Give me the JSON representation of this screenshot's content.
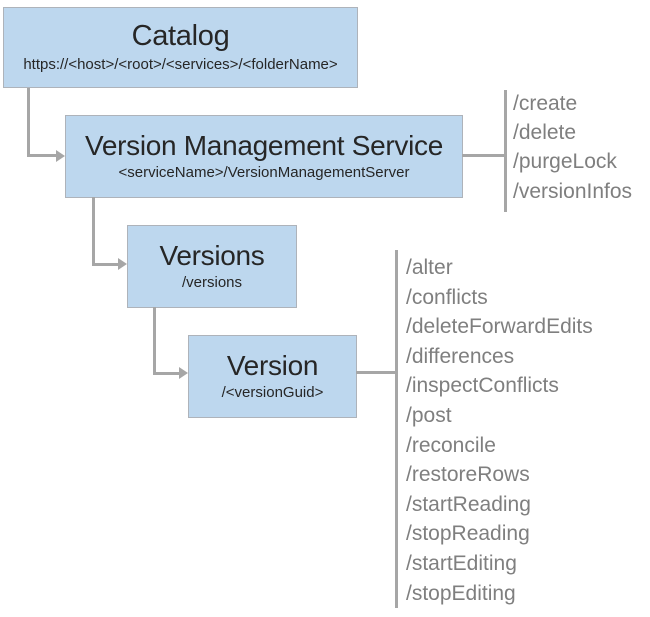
{
  "nodes": [
    {
      "id": "catalog",
      "title": "Catalog",
      "subtitle": "https://<host>/<root>/<services>/<folderName>",
      "operations": []
    },
    {
      "id": "version-management-service",
      "title": "Version Management Service",
      "subtitle": "<serviceName>/VersionManagementServer",
      "operations": [
        "/create",
        "/delete",
        "/purgeLock",
        "/versionInfos"
      ]
    },
    {
      "id": "versions",
      "title": "Versions",
      "subtitle": "/versions",
      "operations": []
    },
    {
      "id": "version",
      "title": "Version",
      "subtitle": "/<versionGuid>",
      "operations": [
        "/alter",
        "/conflicts",
        "/deleteForwardEdits",
        "/differences",
        "/inspectConflicts",
        "/post",
        "/reconcile",
        "/restoreRows",
        "/startReading",
        "/stopReading",
        "/startEditing",
        "/stopEditing"
      ]
    }
  ],
  "colors": {
    "box_fill": "#bdd7ee",
    "box_border": "#aeb3ba",
    "connector": "#a6a6a6",
    "operation_text": "#7f7f7f",
    "title_text": "#262626"
  }
}
